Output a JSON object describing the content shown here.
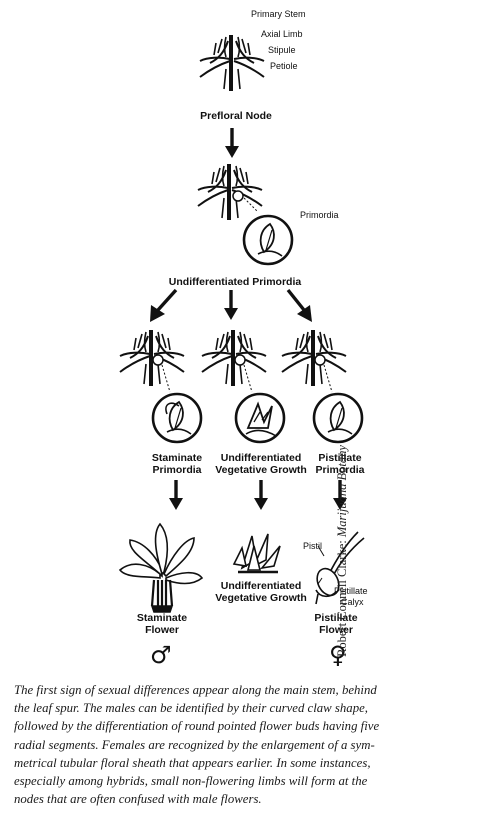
{
  "labels": {
    "primary_stem": "Primary Stem",
    "axial_limb": "Axial Limb",
    "stipule": "Stipule",
    "petiole": "Petiole",
    "prefloral_node": "Prefloral Node",
    "primordia": "Primordia",
    "undifferentiated_primordia": "Undifferentiated Primordia",
    "staminate_primordia": [
      "Staminate",
      "Primordia"
    ],
    "undiff_vegetative_growth": [
      "Undifferentiated",
      "Vegetative Growth"
    ],
    "pistillate_primordia": [
      "Pistillate",
      "Primordia"
    ],
    "staminate_flower": [
      "Staminate",
      "Flower"
    ],
    "undiff_vegetative_growth_result": [
      "Undifferentiated",
      "Vegetative Growth"
    ],
    "pistillate_flower": [
      "Pistillate",
      "Flower"
    ],
    "pistil": "Pistil",
    "pistillate": "Pistillate",
    "calyx": "Calyx"
  },
  "symbols": {
    "male": "♂",
    "female": "♀"
  },
  "credit": {
    "author": "Robert Connell Clarke:",
    "book": "Marijuana Botany"
  },
  "caption_lines": [
    "The first sign of sexual differences appear along the main stem, behind",
    "the leaf spur.  The males can be identified by their curved claw shape,",
    "followed by the differentiation of round pointed flower buds having five",
    "radial segments.  Females are recognized by the enlargement of a sym-",
    "metrical tubular floral sheath that appears earlier.  In some instances,",
    "especially among hybrids, small non-flowering limbs will form at the",
    "nodes that are often confused with male flowers."
  ]
}
